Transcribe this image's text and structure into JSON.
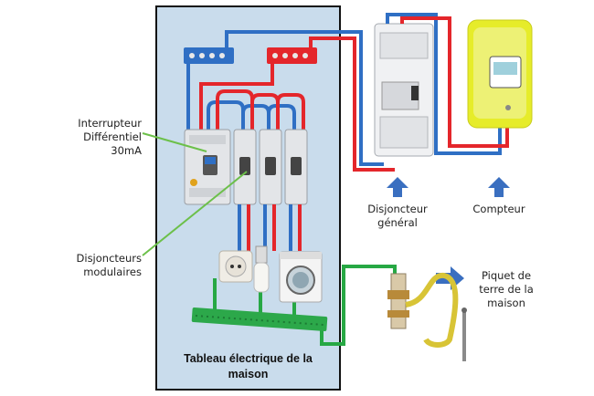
{
  "labels": {
    "interrupteur_line1": "Interrupteur",
    "interrupteur_line2": "Différentiel",
    "interrupteur_line3": "30mA",
    "disjoncteurs_line1": "Disjoncteurs",
    "disjoncteurs_line2": "modulaires",
    "general_line1": "Disjoncteur",
    "general_line2": "général",
    "compteur": "Compteur",
    "piquet_line1": "Piquet de",
    "piquet_line2": "terre de la",
    "piquet_line3": "maison",
    "tableau_line1": "Tableau électrique de la",
    "tableau_line2": "maison"
  },
  "colors": {
    "panel_bg": "#c9dcec",
    "panel_border": "#111111",
    "phase_wire": "#e4262b",
    "neutral_wire": "#2f6fc4",
    "earth_wire": "#27a844",
    "arrow": "#3a6fc0",
    "pointer_line": "#6cc04a",
    "meter_body": "#e6ec2a"
  },
  "icons": [
    "up-arrow-icon",
    "right-arrow-icon",
    "socket-icon",
    "lamp-icon",
    "washing-machine-icon",
    "ground-rod-icon"
  ]
}
